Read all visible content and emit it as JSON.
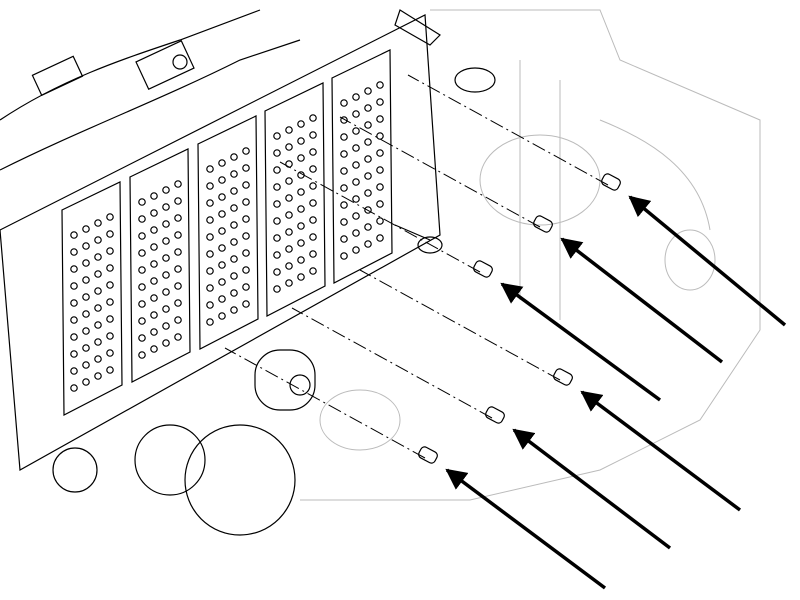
{
  "figure": {
    "kind": "exploded-assembly-illustration",
    "connector_blocks": 5,
    "screws": 6
  }
}
